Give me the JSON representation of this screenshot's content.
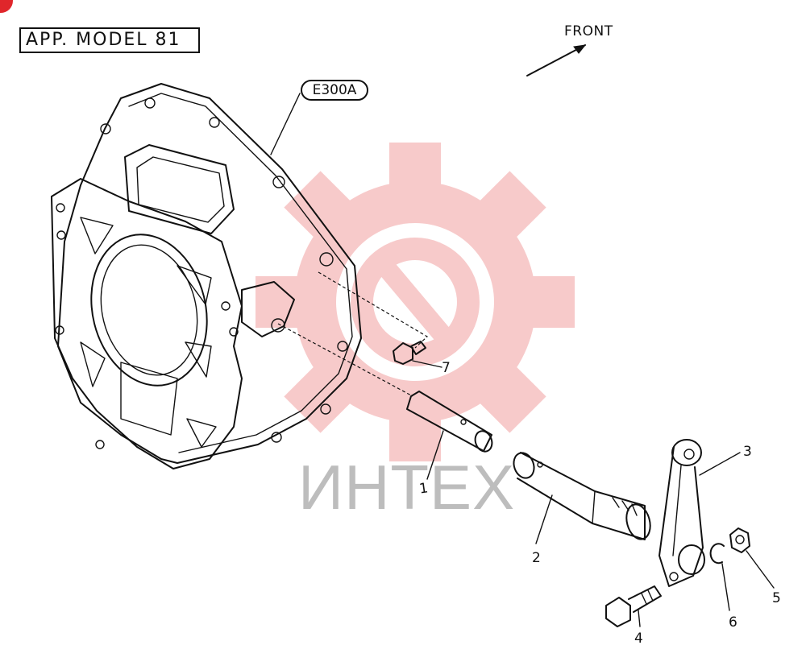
{
  "header": {
    "model_label": "APP. MODEL 81"
  },
  "direction": {
    "label": "FRONT"
  },
  "assembly": {
    "code": "E300A"
  },
  "watermark": {
    "text": "ИНТЕХ",
    "color": "#f2a0a0"
  },
  "callouts": [
    "1",
    "2",
    "3",
    "4",
    "5",
    "6",
    "7"
  ],
  "colors": {
    "ink": "#111111",
    "brand_red": "#e0262b"
  }
}
